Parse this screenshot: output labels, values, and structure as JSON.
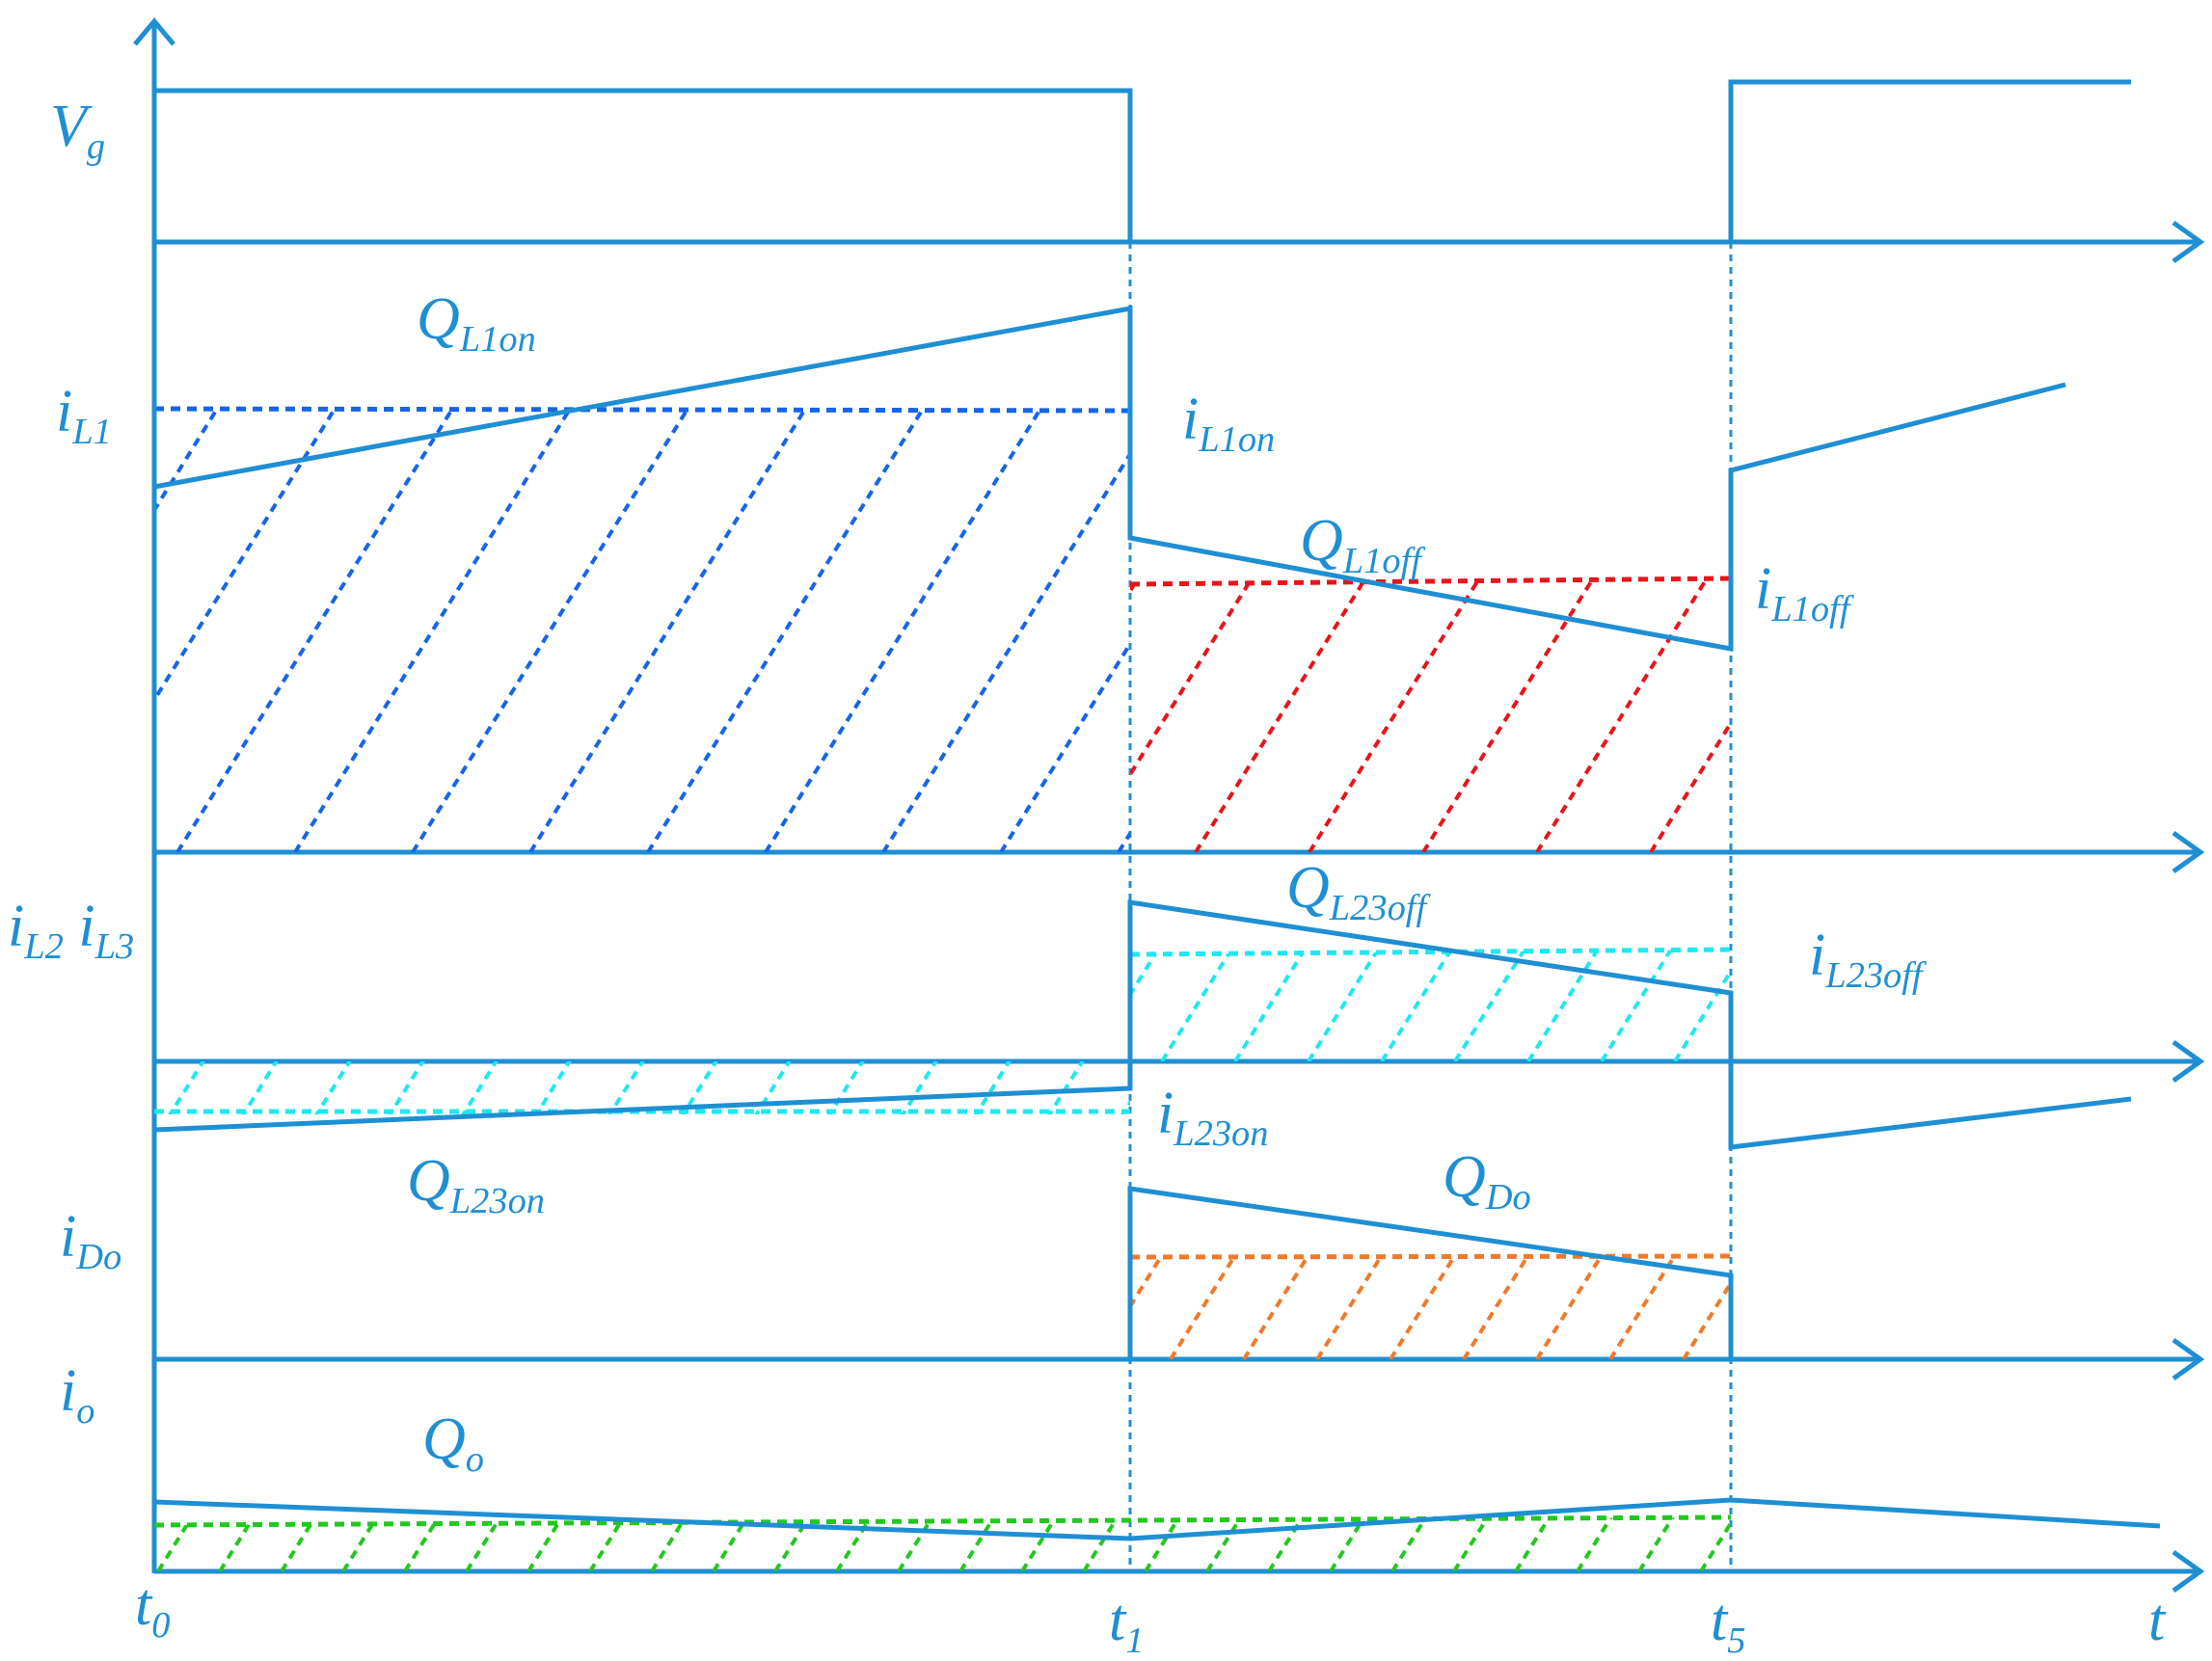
{
  "colors": {
    "waveform": "#1f8fd4",
    "iL1_on_shading": "#1565e8",
    "iL1_off_shading": "#e8141a",
    "iL23_shading": "#1ee8f0",
    "iDo_shading": "#f07a2a",
    "io_shading": "#22c81e"
  },
  "labels": {
    "vg": {
      "main": "V",
      "sub": "g"
    },
    "il1": {
      "main": "i",
      "sub": "L1"
    },
    "il2il3": {
      "main1": "i",
      "sub1": "L2",
      "main2": "i",
      "sub2": "L3"
    },
    "ido": {
      "main": "i",
      "sub": "Do"
    },
    "io": {
      "main": "i",
      "sub": "o"
    },
    "ql1on": {
      "main": "Q",
      "sub": "L1on"
    },
    "il1on": {
      "main": "i",
      "sub": "L1on"
    },
    "ql1off": {
      "main": "Q",
      "sub": "L1off"
    },
    "il1off": {
      "main": "i",
      "sub": "L1off"
    },
    "ql23off": {
      "main": "Q",
      "sub": "L23off"
    },
    "il23off": {
      "main": "i",
      "sub": "L23off"
    },
    "il23on": {
      "main": "i",
      "sub": "L23on"
    },
    "ql23on": {
      "main": "Q",
      "sub": "L23on"
    },
    "qdo": {
      "main": "Q",
      "sub": "Do"
    },
    "qo": {
      "main": "Q",
      "sub": "o"
    },
    "t0": {
      "main": "t",
      "sub": "0"
    },
    "t1": {
      "main": "t",
      "sub": "1"
    },
    "t5": {
      "main": "t",
      "sub": "5"
    },
    "t": {
      "main": "t"
    }
  }
}
